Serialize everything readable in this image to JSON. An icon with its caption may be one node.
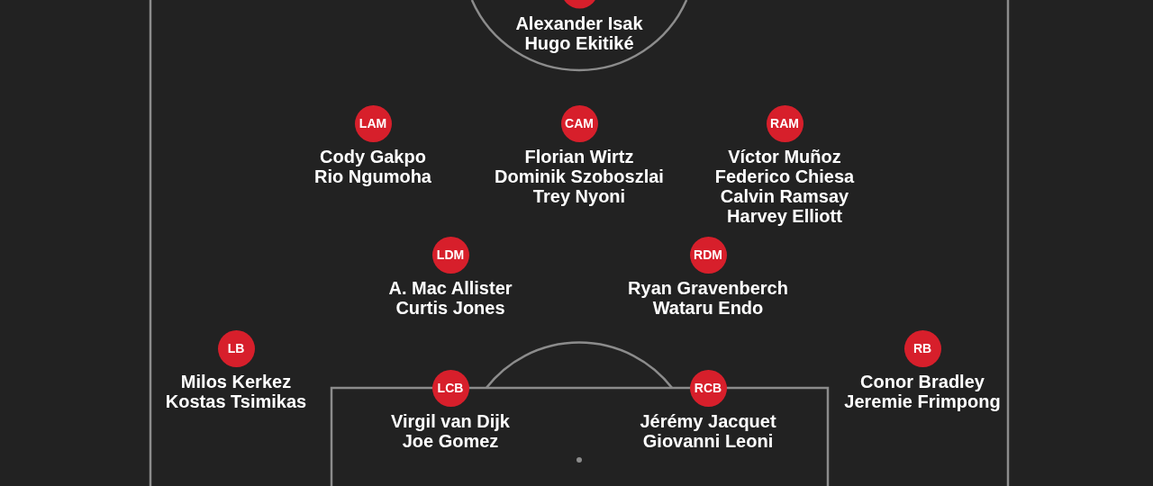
{
  "diagram": {
    "nodes": [
      {
        "text": [],
        "shape": "circle",
        "beside": [
          "Alexander Isak",
          "Hugo Ekitiké"
        ]
      },
      {
        "text": [
          "LAM"
        ],
        "beside": [
          "Cody Gakpo",
          "Rio Ngumoha"
        ]
      },
      {
        "text": [
          "CAM"
        ],
        "beside": [
          "Florian Wirtz",
          "Dominik Szoboszlai",
          "Trey Nyoni"
        ]
      },
      {
        "text": [
          "RAM"
        ],
        "beside": [
          "Víctor Muñoz",
          "Federico Chiesa",
          "Calvin Ramsay",
          "Harvey Elliott"
        ]
      },
      {
        "text": [
          "LDM"
        ],
        "beside": [
          "A. Mac Allister",
          "Curtis Jones"
        ]
      },
      {
        "text": [
          "RDM"
        ],
        "beside": [
          "Ryan Gravenberch",
          "Wataru Endo"
        ]
      },
      {
        "text": [
          "LB"
        ],
        "beside": [
          "Milos Kerkez",
          "Kostas Tsimikas"
        ]
      },
      {
        "text": [
          "RB"
        ],
        "beside": [
          "Conor Bradley",
          "Jeremie Frimpong"
        ]
      },
      {
        "text": [
          "LCB"
        ],
        "beside": [
          "Virgil van Dijk",
          "Joe Gomez"
        ]
      },
      {
        "text": [
          "RCB"
        ],
        "beside": [
          "Jérémy Jacquet",
          "Giovanni Leoni"
        ]
      }
    ]
  }
}
